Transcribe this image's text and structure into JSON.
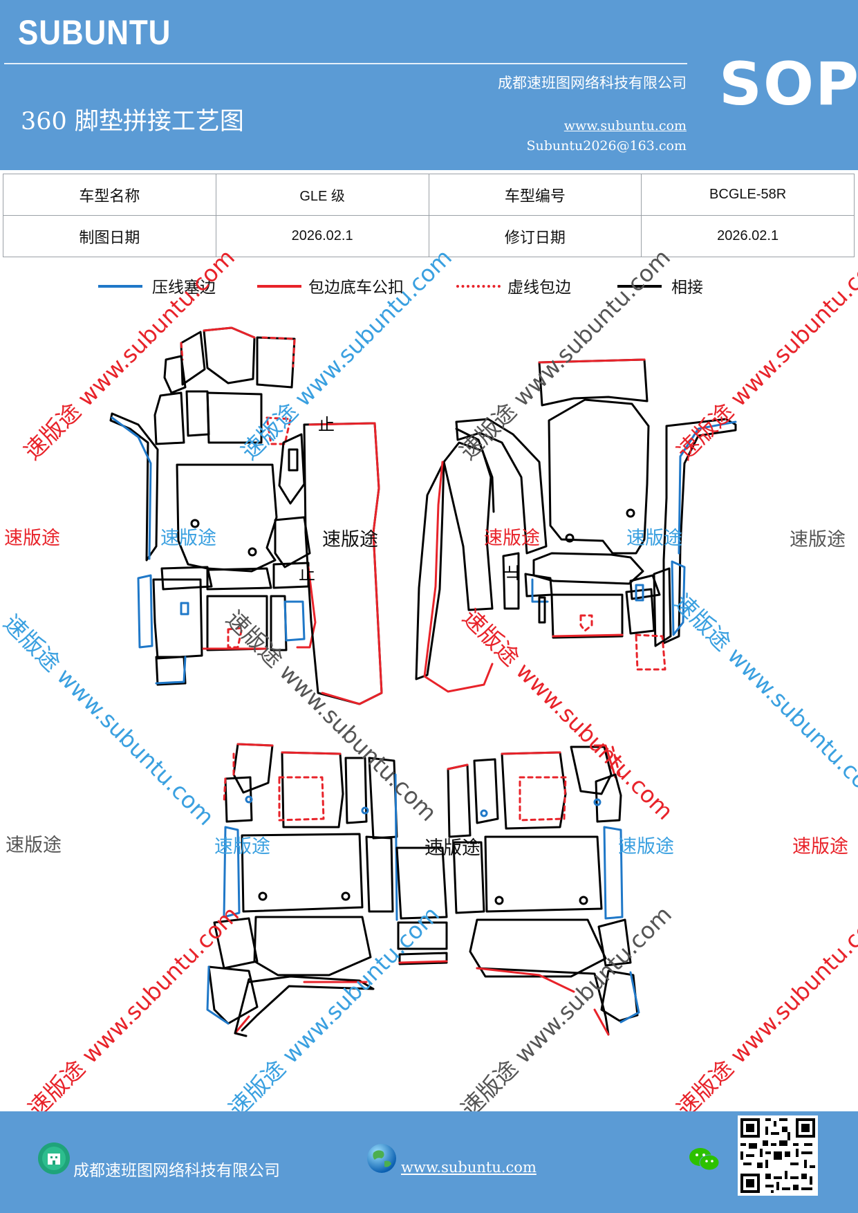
{
  "header": {
    "brand": "SUBUNTU",
    "company": "成都速班图网络科技有限公司",
    "title": "360 脚垫拼接工艺图",
    "website": "www.subuntu.com",
    "email": "Subuntu2026@163.com",
    "sop": "SOP"
  },
  "info": {
    "model_name_label": "车型名称",
    "model_name_value": "GLE 级",
    "model_code_label": "车型编号",
    "model_code_value": "BCGLE-58R",
    "draw_date_label": "制图日期",
    "draw_date_value": "2026.02.1",
    "revise_date_label": "修订日期",
    "revise_date_value": "2026.02.1"
  },
  "legend": [
    {
      "label": "压线塞边",
      "color": "#1f78c8",
      "style": "solid"
    },
    {
      "label": "包边底车公扣",
      "color": "#e8232a",
      "style": "solid"
    },
    {
      "label": "虚线包边",
      "color": "#e8232a",
      "style": "dotted"
    },
    {
      "label": "相接",
      "color": "#000000",
      "style": "solid"
    }
  ],
  "watermark": {
    "brand": "速版途",
    "url": "www.subuntu.com",
    "combo": "速版途 www.subuntu.com"
  },
  "marks": {
    "stop": "止"
  },
  "footer": {
    "company": "成都速班图网络科技有限公司",
    "website": "www.subuntu.com"
  },
  "colors": {
    "header_bg": "#5b9bd5",
    "blue_line": "#1f78c8",
    "red_line": "#e8232a",
    "watermark_red": "#e8232a",
    "watermark_blue": "#3aa0e0",
    "watermark_gray": "#555555"
  }
}
